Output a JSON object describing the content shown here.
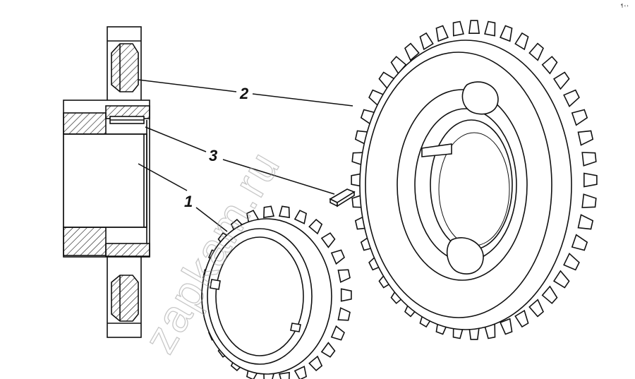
{
  "callouts": [
    {
      "id": "part-1",
      "label": "1"
    },
    {
      "id": "part-2",
      "label": "2"
    },
    {
      "id": "part-3",
      "label": "3"
    }
  ],
  "watermark": "zapkam.ru",
  "corner_mark": "¶ ‹ ›",
  "colors": {
    "line": "#111111",
    "background": "#ffffff",
    "watermark": "#9a9a9a"
  }
}
